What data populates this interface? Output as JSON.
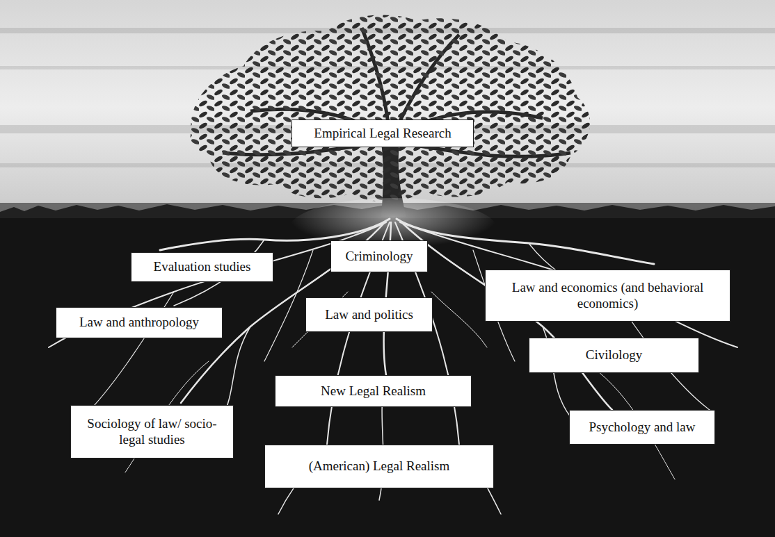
{
  "diagram": {
    "nodes": [
      {
        "text": [
          "Empirical Legal Research"
        ]
      },
      {
        "text": [
          "Criminology"
        ]
      },
      {
        "text": [
          "Evaluation studies"
        ]
      },
      {
        "text": [
          "Law and economics (and behavioral economics)"
        ]
      },
      {
        "text": [
          "Law and politics"
        ]
      },
      {
        "text": [
          "Law and anthropology"
        ]
      },
      {
        "text": [
          "Civilology"
        ]
      },
      {
        "text": [
          "New Legal Realism"
        ]
      },
      {
        "text": [
          "Sociology of law/ socio-legal studies"
        ]
      },
      {
        "text": [
          "Psychology and law"
        ]
      },
      {
        "text": [
          "(American) Legal Realism"
        ]
      }
    ]
  }
}
